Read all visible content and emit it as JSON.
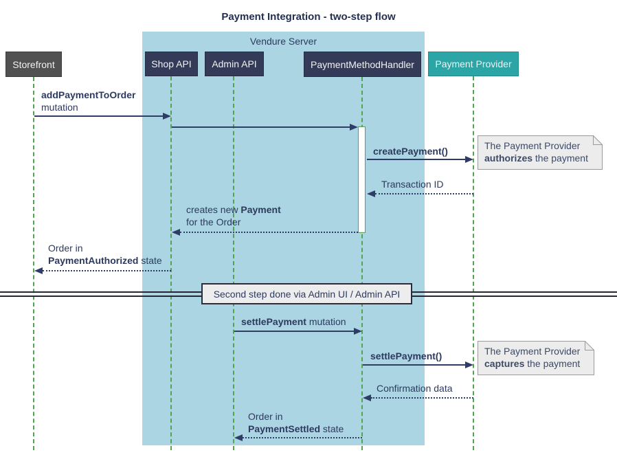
{
  "title": "Payment Integration - two-step flow",
  "container": {
    "label": "Vendure Server"
  },
  "participants": [
    {
      "id": "storefront",
      "label": "Storefront"
    },
    {
      "id": "shop-api",
      "label": "Shop API"
    },
    {
      "id": "admin-api",
      "label": "Admin API"
    },
    {
      "id": "payment-method-handler",
      "label": "PaymentMethodHandler"
    },
    {
      "id": "payment-provider",
      "label": "Payment Provider"
    }
  ],
  "messages": {
    "add_payment": {
      "bold": "addPaymentToOrder",
      "line2": "mutation",
      "from": "Storefront",
      "to": "Shop API",
      "style": "solid"
    },
    "forward_to_handler": {
      "from": "Shop API",
      "to": "PaymentMethodHandler",
      "style": "solid"
    },
    "create_payment": {
      "bold": "createPayment()",
      "from": "PaymentMethodHandler",
      "to": "Payment Provider",
      "style": "solid"
    },
    "transaction_id": {
      "text": "Transaction ID",
      "from": "Payment Provider",
      "to": "PaymentMethodHandler",
      "style": "dotted"
    },
    "creates_payment": {
      "pre": "creates new ",
      "bold": "Payment",
      "line2": "for the Order",
      "from": "PaymentMethodHandler",
      "to": "Shop API",
      "style": "dotted"
    },
    "order_authorized": {
      "line1": "Order in",
      "bold": "PaymentAuthorized",
      "post": " state",
      "from": "Shop API",
      "to": "Storefront",
      "style": "dotted"
    },
    "settle_payment_mutation": {
      "bold": "settlePayment",
      "post": " mutation",
      "from": "Admin API",
      "to": "PaymentMethodHandler",
      "style": "solid"
    },
    "settle_payment_call": {
      "bold": "settlePayment()",
      "from": "PaymentMethodHandler",
      "to": "Payment Provider",
      "style": "solid"
    },
    "confirmation_data": {
      "text": "Confirmation data",
      "from": "Payment Provider",
      "to": "PaymentMethodHandler",
      "style": "dotted"
    },
    "order_settled": {
      "line1": "Order in",
      "bold": "PaymentSettled",
      "post": " state",
      "from": "PaymentMethodHandler",
      "to": "Admin API",
      "style": "dotted"
    }
  },
  "notes": {
    "authorize": {
      "line1": "The Payment Provider",
      "bold": "authorizes",
      "post": " the payment"
    },
    "capture": {
      "line1": "The Payment Provider",
      "bold": "captures",
      "post": " the payment"
    }
  },
  "divider": {
    "label": "Second step done via Admin UI / Admin API"
  },
  "colors": {
    "container_bg": "#ABD5E3",
    "participant_navy": "#343B58",
    "participant_gray": "#515151",
    "participant_teal": "#2BA5A5",
    "lifeline_green": "#53A451",
    "arrow_navy": "#2E3D66",
    "text_navy": "#2C3A5E",
    "note_bg": "#ECECEC",
    "note_border": "#9A9A9A",
    "divider_line": "#262634"
  }
}
